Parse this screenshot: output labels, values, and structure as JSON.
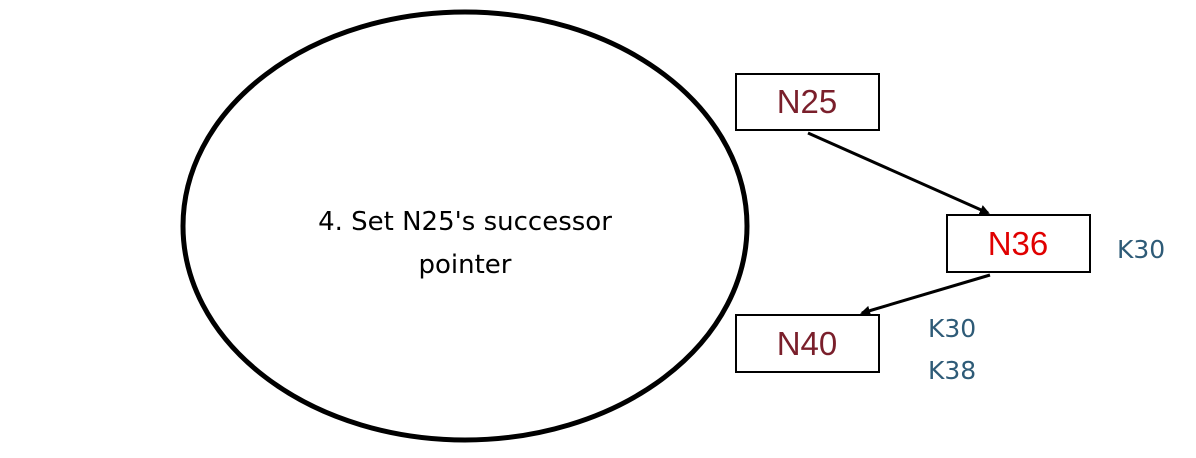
{
  "ring": {
    "caption_line1": "4. Set N25's successor",
    "caption_line2": "pointer"
  },
  "nodes": {
    "n25": {
      "label": "N25",
      "color": "#7a1f2b"
    },
    "n36": {
      "label": "N36",
      "color": "#e00000"
    },
    "n40": {
      "label": "N40",
      "color": "#7a1f2b"
    }
  },
  "keys": {
    "n36_keys": [
      "K30"
    ],
    "n40_keys": [
      "K30",
      "K38"
    ],
    "color": "#2e5b77"
  }
}
